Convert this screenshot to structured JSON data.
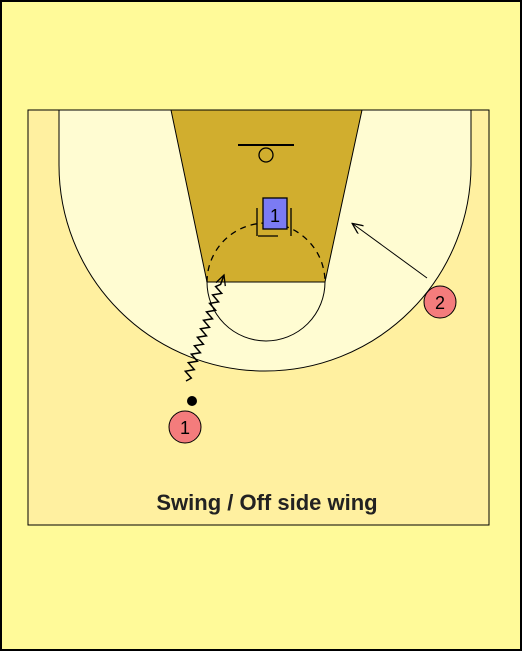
{
  "diagram": {
    "caption": "Swing / Off side wing",
    "colors": {
      "background": "#FFFA99",
      "court": "#FFF0A0",
      "three_point_area": "#FFFCD2",
      "paint": "#D1AE2E",
      "offense_player": "#F47C7C",
      "defense_player": "#7B7BF3",
      "lines": "#000000"
    },
    "players": {
      "offense": [
        {
          "label": "1",
          "has_ball": true
        },
        {
          "label": "2",
          "has_ball": false
        }
      ],
      "defense": [
        {
          "label": "1"
        }
      ]
    },
    "actions": [
      {
        "type": "dribble",
        "player": "1"
      },
      {
        "type": "cut",
        "player": "2"
      }
    ]
  }
}
